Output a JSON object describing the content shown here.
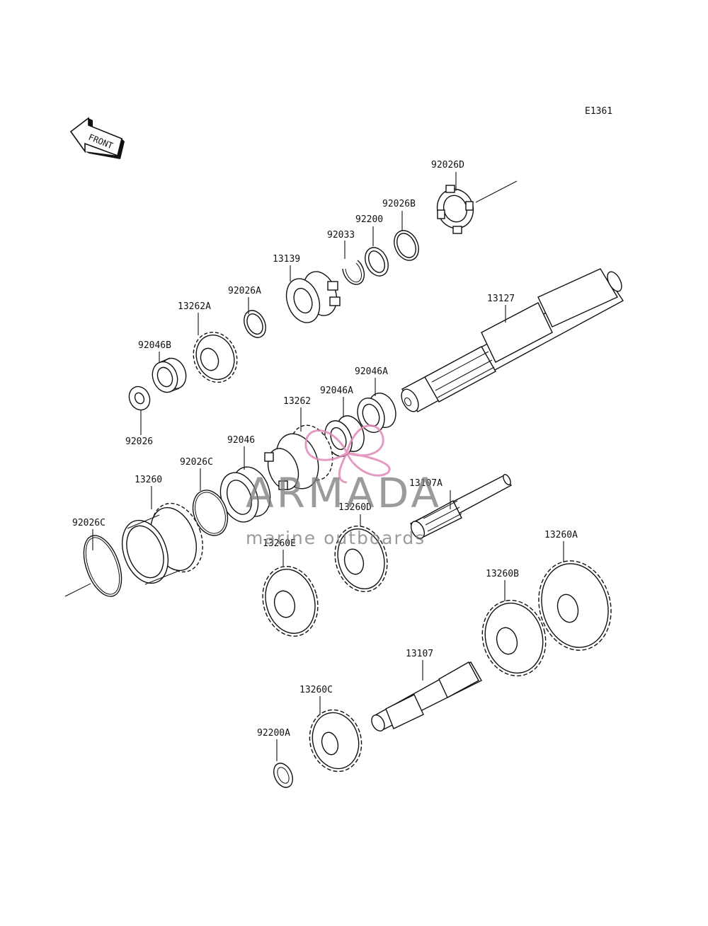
{
  "diagram_code": "E1361",
  "front_label": "FRONT",
  "watermark": {
    "brand": "ARMADA",
    "tagline": "marine outboards",
    "logo_color": "#e08ab8",
    "text_color": "#7a7a7a"
  },
  "parts": [
    {
      "label": "92026D"
    },
    {
      "label": "92026B"
    },
    {
      "label": "92200"
    },
    {
      "label": "92033"
    },
    {
      "label": "13139"
    },
    {
      "label": "92026A"
    },
    {
      "label": "13262A"
    },
    {
      "label": "13127"
    },
    {
      "label": "92046B"
    },
    {
      "label": "92046A"
    },
    {
      "label": "92046A"
    },
    {
      "label": "13262"
    },
    {
      "label": "92026"
    },
    {
      "label": "92046"
    },
    {
      "label": "92026C"
    },
    {
      "label": "13260"
    },
    {
      "label": "13107A"
    },
    {
      "label": "13260D"
    },
    {
      "label": "92026C"
    },
    {
      "label": "13260E"
    },
    {
      "label": "13260A"
    },
    {
      "label": "13260B"
    },
    {
      "label": "13107"
    },
    {
      "label": "13260C"
    },
    {
      "label": "92200A"
    }
  ]
}
